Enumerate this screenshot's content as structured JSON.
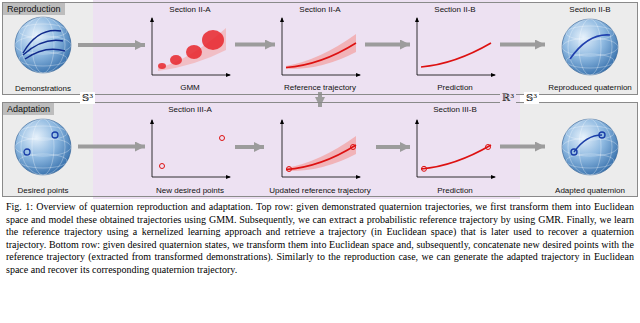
{
  "diagram": {
    "caption": "Fig. 1: Overview of quaternion reproduction and adaptation. Top row: given demonstrated quaternion trajectories, we first transform them into Euclidean space and model these obtained trajectories using GMM. Subsequently, we can extract a probabilistic reference trajectory by using GMR. Finally, we learn the reference trajectory using a kernelized learning approach and retrieve a trajectory (in Euclidean space) that is later used to recover a quaternion trajectory. Bottom row: given desired quaternion states, we transform them into Euclidean space and, subsequently, concatenate new desired points with the reference trajectory (extracted from transformed demonstrations). Similarly to the reproduction case, we can generate the adapted trajectory in Euclidean space and recover its corresponding quaternion trajectory.",
    "nodes": [
      {
        "text": [
          "Reproduction"
        ]
      },
      {
        "text": [
          "Demonstrations"
        ],
        "in": 0
      },
      {
        "text": [
          "Section II-A",
          "GMM"
        ],
        "in": 0
      },
      {
        "text": [
          "Section II-A",
          "Reference trajectory"
        ],
        "in": 0
      },
      {
        "text": [
          "Section II-B",
          "Prediction"
        ],
        "in": 0
      },
      {
        "text": [
          "Section II-B",
          "Reproduced quaternion"
        ],
        "in": 0
      },
      {
        "text": [
          "Adaptation"
        ]
      },
      {
        "text": [
          "Desired points"
        ],
        "in": 6
      },
      {
        "text": [
          "Section III-A",
          "New desired points"
        ],
        "in": 6
      },
      {
        "text": [
          "Updated reference trajectory"
        ],
        "in": 6
      },
      {
        "text": [
          "Section III-B",
          "Prediction"
        ],
        "in": 6
      },
      {
        "text": [
          "Adapted quaternion"
        ],
        "in": 6
      }
    ],
    "edges": [
      {
        "from": 1,
        "to": 2,
        "arrow": "to"
      },
      {
        "from": 2,
        "to": 3,
        "arrow": "to"
      },
      {
        "from": 3,
        "to": 4,
        "arrow": "to"
      },
      {
        "from": 4,
        "to": 5,
        "arrow": "to"
      },
      {
        "from": 7,
        "to": 8,
        "arrow": "to"
      },
      {
        "from": 8,
        "to": 9,
        "arrow": "to"
      },
      {
        "from": 9,
        "to": 10,
        "arrow": "to"
      },
      {
        "from": 10,
        "to": 11,
        "arrow": "to"
      },
      {
        "from": 3,
        "to": 9,
        "arrow": "to"
      }
    ],
    "labels": [
      "𝕊³",
      "ℝ³",
      "𝕊³"
    ]
  }
}
